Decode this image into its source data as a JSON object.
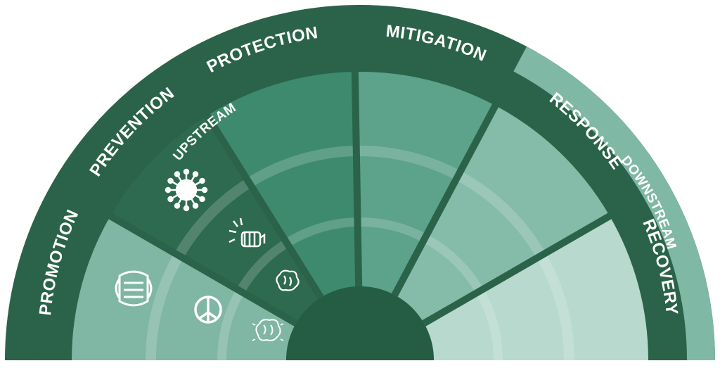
{
  "outer_ring": {
    "upstream_label": "UPSTREAM",
    "downstream_label": "DOWNSTREAM"
  },
  "sectors": [
    {
      "id": "promotion",
      "label": "PROMOTION",
      "color": "#7fb6a4",
      "inner_color": "#8fc0af"
    },
    {
      "id": "prevention",
      "label": "PREVENTION",
      "color": "#2d6a50",
      "inner_color": "#357a5c"
    },
    {
      "id": "protection",
      "label": "PROTECTION",
      "color": "#3e8a6e",
      "inner_color": "#4a977b"
    },
    {
      "id": "mitigation",
      "label": "MITIGATION",
      "color": "#5da28b",
      "inner_color": "#66a893"
    },
    {
      "id": "response",
      "label": "RESPONSE",
      "color": "#85bba9",
      "inner_color": "#90c2b1"
    },
    {
      "id": "recovery",
      "label": "RECOVERY",
      "color": "#b8d9cd",
      "inner_color": "#c3dfd5"
    }
  ],
  "colors": {
    "dark_green": "#2a6349",
    "hub": "#245c44",
    "downstream_band": "#7fb8a5",
    "inner_band": "#7cb5a2",
    "icon": "#ffffff"
  },
  "icons": [
    "virus-icon",
    "mask-icon",
    "fist-icon",
    "peace-icon",
    "brain-icon",
    "brain-icon"
  ]
}
